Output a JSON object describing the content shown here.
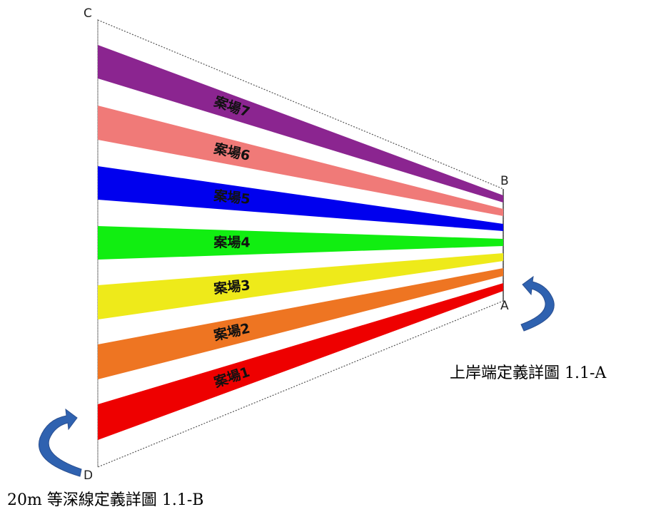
{
  "corners": {
    "A": "A",
    "B": "B",
    "C": "C",
    "D": "D"
  },
  "cases": [
    {
      "label": "案場7",
      "color": "#8b2590",
      "text_color": "#111111"
    },
    {
      "label": "案場6",
      "color": "#f07a78",
      "text_color": "#111111"
    },
    {
      "label": "案場5",
      "color": "#0000ee",
      "text_color": "#111111"
    },
    {
      "label": "案場4",
      "color": "#11ee11",
      "text_color": "#111111"
    },
    {
      "label": "案場3",
      "color": "#eeea1a",
      "text_color": "#111111"
    },
    {
      "label": "案場2",
      "color": "#ee7522",
      "text_color": "#111111"
    },
    {
      "label": "案場1",
      "color": "#ee0000",
      "text_color": "#111111"
    }
  ],
  "notes": {
    "shore_end": "上岸端定義詳圖 1.1-A",
    "depth_line": "20m 等深線定義詳圖 1.1-B"
  },
  "arrow_color": "#2f62b0"
}
